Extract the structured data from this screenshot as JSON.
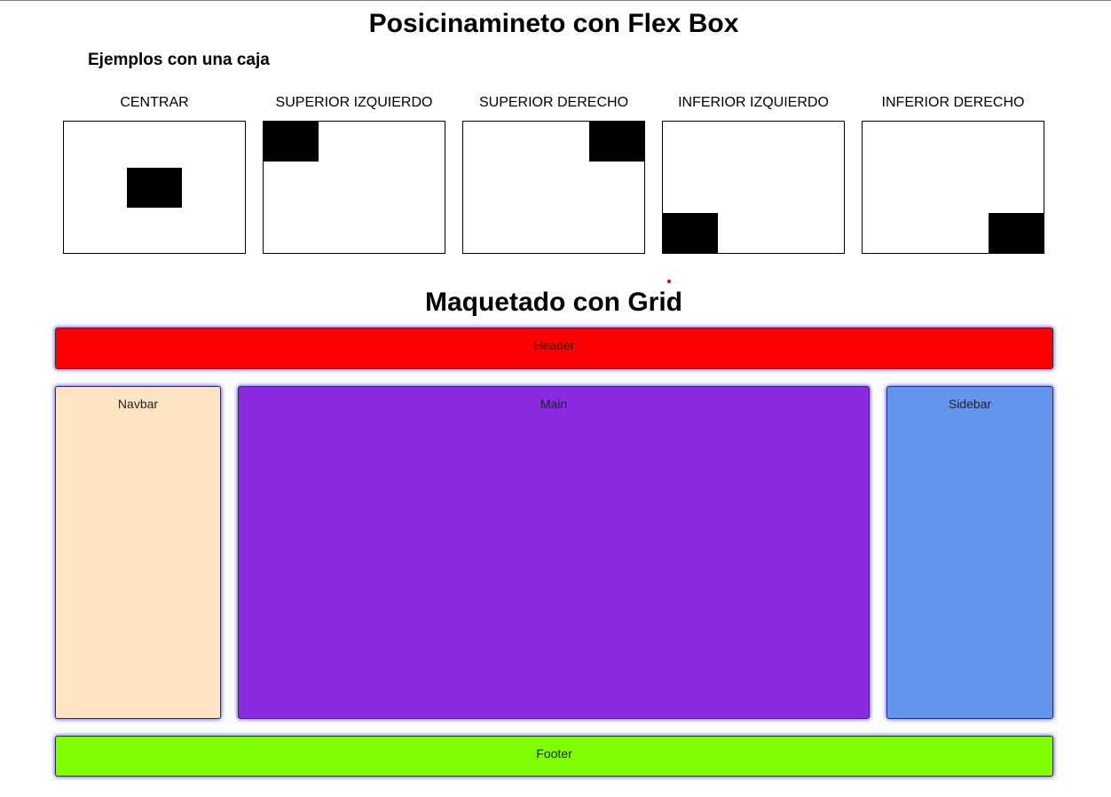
{
  "page": {
    "title": "Posicinamineto con Flex Box",
    "subtitle": "Ejemplos con una caja"
  },
  "flex_examples": [
    {
      "label": "CENTRAR",
      "position": "center"
    },
    {
      "label": "SUPERIOR IZQUIERDO",
      "position": "top-left"
    },
    {
      "label": "SUPERIOR DERECHO",
      "position": "top-right"
    },
    {
      "label": "INFERIOR IZQUIERDO",
      "position": "bottom-left"
    },
    {
      "label": "INFERIOR DERECHO",
      "position": "bottom-right"
    }
  ],
  "grid_section": {
    "title": "Maquetado con Grid",
    "areas": {
      "header": {
        "label": "Header",
        "color": "#ff0000"
      },
      "navbar": {
        "label": "Navbar",
        "color": "#ffe4c4"
      },
      "main": {
        "label": "Main",
        "color": "#8a2be2"
      },
      "sidebar": {
        "label": "Sidebar",
        "color": "#6495ed"
      },
      "footer": {
        "label": "Footer",
        "color": "#7fff00"
      }
    }
  }
}
